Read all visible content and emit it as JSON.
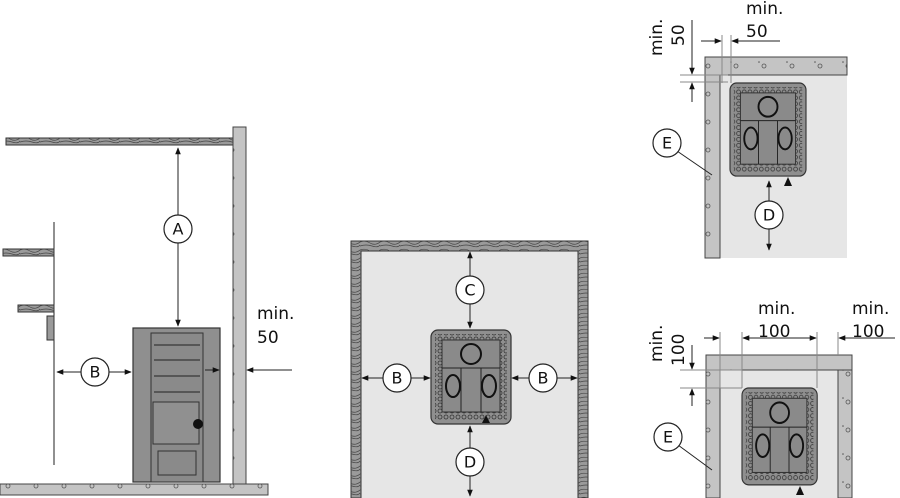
{
  "labels": {
    "a": "A",
    "b": "B",
    "c": "C",
    "d": "D",
    "e": "E"
  },
  "side_view": {
    "dim_min": "min.",
    "dim_value": "50"
  },
  "top_corner_view": {
    "dim_top_min": "min.",
    "dim_top_value": "50",
    "dim_left_min": "min.",
    "dim_left_value": "50"
  },
  "recess_view": {
    "dim_top1_min": "min.",
    "dim_top1_value": "100",
    "dim_top2_min": "min.",
    "dim_top2_value": "100",
    "dim_left_min": "min.",
    "dim_left_value": "100"
  },
  "colors": {
    "room_fill": "#e6e6e6",
    "heater": "#8f8f8f",
    "wall": "#c4c4c4"
  }
}
